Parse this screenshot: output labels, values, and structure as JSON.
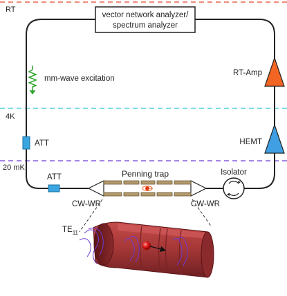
{
  "stages": {
    "rt": {
      "label": "RT",
      "color": "#e8452c"
    },
    "four_k": {
      "label": "4K",
      "color": "#2bc8d8"
    },
    "twenty_mk": {
      "label": "20 mK",
      "color": "#6a3ad8"
    }
  },
  "analyzer": {
    "line1": "vector network analyzer/",
    "line2": "spectrum analyzer"
  },
  "excitation": {
    "label": "mm-wave excitation",
    "color": "#2ea32e"
  },
  "attenuators": {
    "upper": "ATT",
    "lower": "ATT",
    "color": "#3aa6e0"
  },
  "amplifiers": {
    "rt_amp": {
      "label": "RT-Amp",
      "color": "#f26522"
    },
    "hemt": {
      "label": "HEMT",
      "color": "#3f9fe2"
    }
  },
  "trap": {
    "label": "Penning trap"
  },
  "isolator": {
    "label": "Isolator"
  },
  "transitions": {
    "left": "CW-WR",
    "right": "CW-WR"
  },
  "mode": {
    "label": "TE",
    "subscript": "11",
    "color": "#5a3ad0"
  },
  "icons": [
    "arrow-down-icon",
    "isolator-circulator-icon",
    "electron-icon"
  ]
}
